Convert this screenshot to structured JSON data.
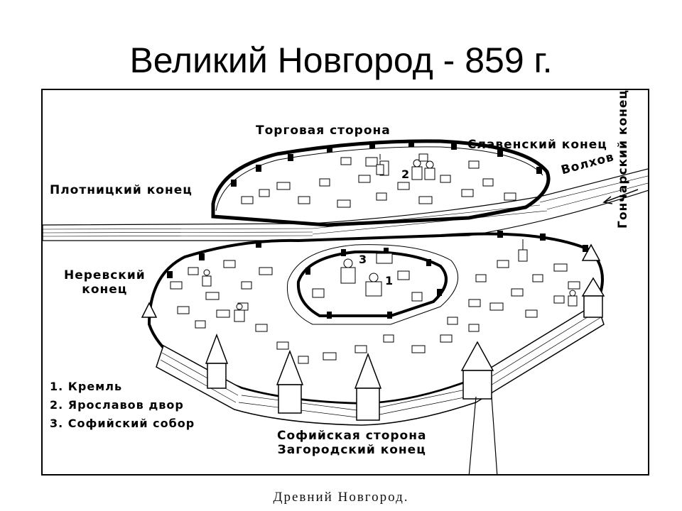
{
  "title": "Великий Новгород - 859 г.",
  "labels": {
    "torgovaya": "Торговая сторона",
    "slavensky": "Славенский конец",
    "plotnitsky": "Плотницкий конец",
    "volkhov": "Волхов",
    "nerevsky_line1": "Неревский",
    "nerevsky_line2": "конец",
    "goncharsky": "Гончарский конец",
    "sofiyskaya": "Софийская сторона",
    "zagorodsky": "Загородский конец",
    "num1": "1",
    "num2": "2",
    "num3": "3"
  },
  "legend": [
    "1. Кремль",
    "2. Ярославов двор",
    "3. Софийский собор"
  ],
  "caption": "Древний Новгород."
}
